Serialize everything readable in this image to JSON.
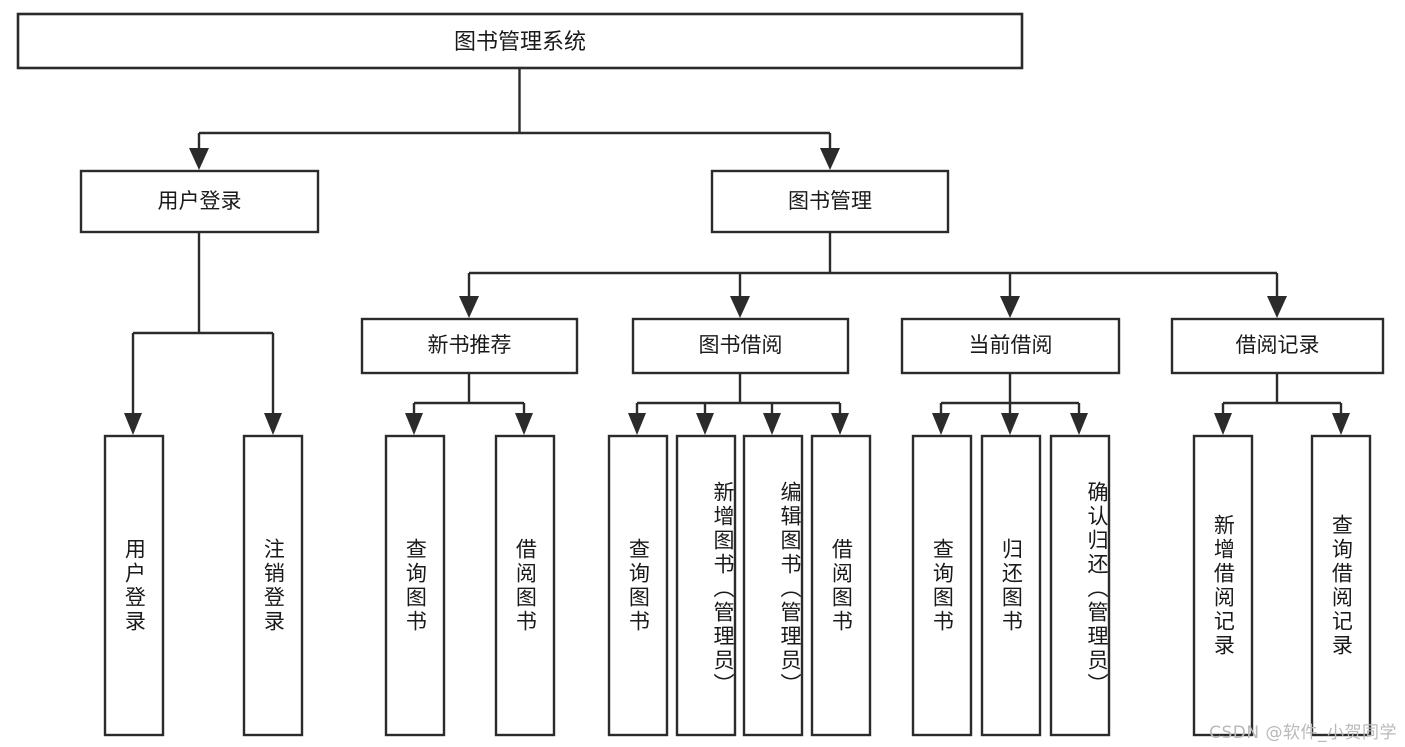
{
  "diagram": {
    "type": "tree",
    "title": "图书管理系统",
    "orientation": "top-down",
    "colors": {
      "box_stroke": "#2b2b2b",
      "box_fill": "#ffffff",
      "text": "#1a1a1a",
      "background": "#ffffff",
      "watermark": "#b9b9b9"
    },
    "root": {
      "label": "图书管理系统"
    },
    "level2": [
      {
        "label": "用户登录"
      },
      {
        "label": "图书管理"
      }
    ],
    "level3": [
      {
        "label": "新书推荐"
      },
      {
        "label": "图书借阅"
      },
      {
        "label": "当前借阅"
      },
      {
        "label": "借阅记录"
      }
    ],
    "leaves": {
      "user_login": [
        {
          "label": "用户登录"
        },
        {
          "label": "注销登录"
        }
      ],
      "new_book": [
        {
          "label": "查询图书"
        },
        {
          "label": "借阅图书"
        }
      ],
      "book_borrow": [
        {
          "label": "查询图书"
        },
        {
          "label": "新增图书（管理员）"
        },
        {
          "label": "编辑图书（管理员）"
        },
        {
          "label": "借阅图书"
        }
      ],
      "current_borrow": [
        {
          "label": "查询图书"
        },
        {
          "label": "归还图书"
        },
        {
          "label": "确认归还（管理员）"
        }
      ],
      "borrow_record": [
        {
          "label": "新增借阅记录"
        },
        {
          "label": "查询借阅记录"
        }
      ]
    }
  },
  "watermark": {
    "text": "CSDN @软件_小贺同学"
  }
}
